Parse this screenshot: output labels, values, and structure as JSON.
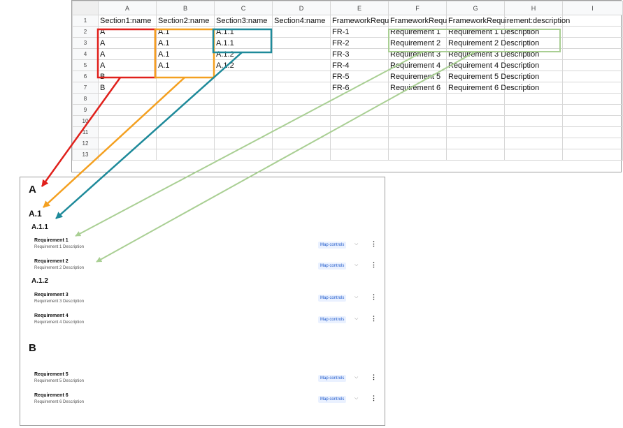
{
  "sheet": {
    "col_letters": [
      "A",
      "B",
      "C",
      "D",
      "E",
      "F",
      "G",
      "H",
      "I"
    ],
    "headers": [
      "Section1:name",
      "Section2:name",
      "Section3:name",
      "Section4:name",
      "FrameworkRequ",
      "FrameworkRequ",
      "FrameworkRequirement:description",
      "",
      ""
    ],
    "row_numbers": [
      "1",
      "2",
      "3",
      "4",
      "5",
      "6",
      "7",
      "8",
      "9",
      "10",
      "11",
      "12",
      "13"
    ],
    "rows": [
      [
        "A",
        "A.1",
        "A.1.1",
        "",
        "FR-1",
        "Requirement 1",
        "Requirement 1 Description",
        "",
        ""
      ],
      [
        "A",
        "A.1",
        "A.1.1",
        "",
        "FR-2",
        "Requirement 2",
        "Requirement 2 Description",
        "",
        ""
      ],
      [
        "A",
        "A.1",
        "A.1.2",
        "",
        "FR-3",
        "Requirement 3",
        "Requirement 3 Description",
        "",
        ""
      ],
      [
        "A",
        "A.1",
        "A.1.2",
        "",
        "FR-4",
        "Requirement 4",
        "Requirement 4 Description",
        "",
        ""
      ],
      [
        "B",
        "",
        "",
        "",
        "FR-5",
        "Requirement 5",
        "Requirement 5 Description",
        "",
        ""
      ],
      [
        "B",
        "",
        "",
        "",
        "FR-6",
        "Requirement 6",
        "Requirement 6 Description",
        "",
        ""
      ],
      [
        "",
        "",
        "",
        "",
        "",
        "",
        "",
        "",
        ""
      ],
      [
        "",
        "",
        "",
        "",
        "",
        "",
        "",
        "",
        ""
      ],
      [
        "",
        "",
        "",
        "",
        "",
        "",
        "",
        "",
        ""
      ],
      [
        "",
        "",
        "",
        "",
        "",
        "",
        "",
        "",
        ""
      ],
      [
        "",
        "",
        "",
        "",
        "",
        "",
        "",
        "",
        ""
      ],
      [
        "",
        "",
        "",
        "",
        "",
        "",
        "",
        "",
        ""
      ]
    ]
  },
  "report": {
    "section_a": "A",
    "section_a1": "A.1",
    "section_a11": "A.1.1",
    "section_a12": "A.1.2",
    "section_b": "B",
    "map_label": "Map controls",
    "chevron": "⌵",
    "kebab": "⋮",
    "requirements": [
      {
        "name": "Requirement 1",
        "desc": "Requirement 1 Description"
      },
      {
        "name": "Requirement 2",
        "desc": "Requirement 2 Description"
      },
      {
        "name": "Requirement 3",
        "desc": "Requirement 3 Description"
      },
      {
        "name": "Requirement 4",
        "desc": "Requirement 4 Description"
      },
      {
        "name": "Requirement 5",
        "desc": "Requirement 5 Description"
      },
      {
        "name": "Requirement 6",
        "desc": "Requirement 6 Description"
      }
    ]
  },
  "colors": {
    "red": "#e0201b",
    "orange": "#f4a020",
    "teal": "#1e8a9a",
    "green": "#a9cf93"
  }
}
